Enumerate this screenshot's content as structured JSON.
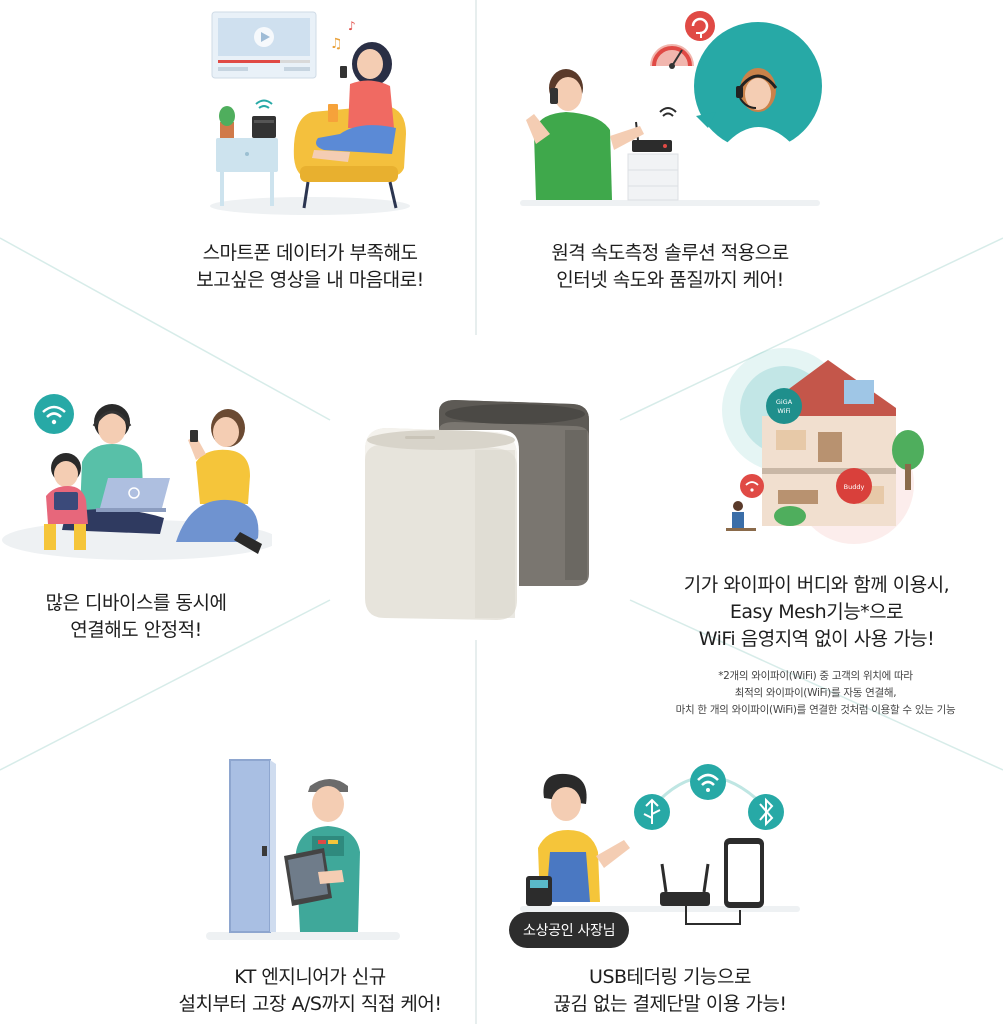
{
  "features": {
    "smartphone": {
      "line1": "스마트폰 데이터가 부족해도",
      "line2": "보고싶은 영상을 내 마음대로!"
    },
    "speedtest": {
      "line1": "원격 속도측정 솔루션 적용으로",
      "line2": "인터넷 속도와 품질까지 케어!"
    },
    "multidevice": {
      "line1": "많은 디바이스를 동시에",
      "line2": "연결해도 안정적!"
    },
    "mesh": {
      "line1": "기가 와이파이 버디와 함께 이용시,",
      "line2": "Easy Mesh기능*으로",
      "line3": "WiFi 음영지역 없이 사용 가능!",
      "note1": "*2개의 와이파이(WiFi) 중 고객의 위치에 따라",
      "note2": "최적의 와이파이(WiFi)를 자동 연결해,",
      "note3": "마치 한 개의 와이파이(WiFi)를 연결한 것처럼 이용할 수 있는 기능"
    },
    "engineer": {
      "line1": "KT 엔지니어가 신규",
      "line2": "설치부터 고장 A/S까지 직접 케어!"
    },
    "usb": {
      "line1": "USB테더링 기능으로",
      "line2": "끊김 없는 결제단말 이용 가능!",
      "badge": "소상공인 사장님"
    }
  },
  "house_labels": {
    "giga": "GiGA WiFi",
    "buddy": "Buddy"
  },
  "colors": {
    "teal": "#27a9a6",
    "teal_light": "#bfe6e3",
    "red": "#e04a45",
    "yellow": "#f5c53a",
    "green": "#3fa84b"
  }
}
